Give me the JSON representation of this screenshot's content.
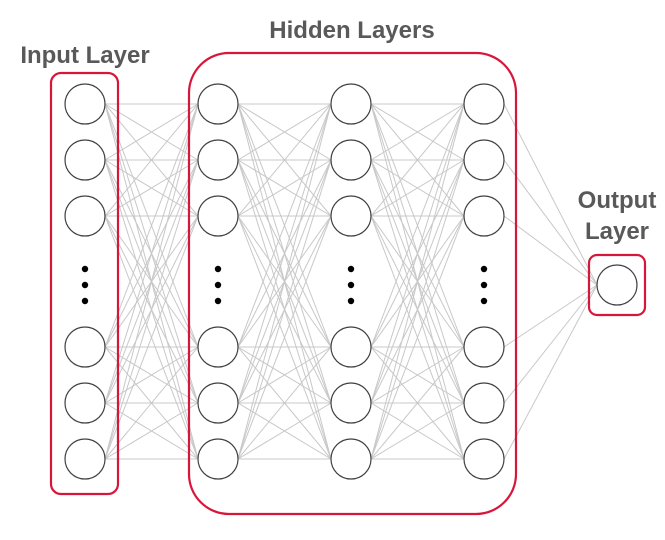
{
  "labels": {
    "input": "Input Layer",
    "hidden": "Hidden Layers",
    "output_line1": "Output",
    "output_line2": "Layer"
  },
  "colors": {
    "box": "#d6163a",
    "edge": "#c8c8c8",
    "node_stroke": "#404040",
    "label": "#595959"
  },
  "network": {
    "layers": [
      {
        "role": "input",
        "nodes_above_ellipsis": 3,
        "nodes_below_ellipsis": 3
      },
      {
        "role": "hidden",
        "nodes_above_ellipsis": 3,
        "nodes_below_ellipsis": 3
      },
      {
        "role": "hidden",
        "nodes_above_ellipsis": 3,
        "nodes_below_ellipsis": 3
      },
      {
        "role": "hidden",
        "nodes_above_ellipsis": 3,
        "nodes_below_ellipsis": 3
      },
      {
        "role": "output",
        "nodes_above_ellipsis": 1,
        "nodes_below_ellipsis": 0
      }
    ]
  }
}
